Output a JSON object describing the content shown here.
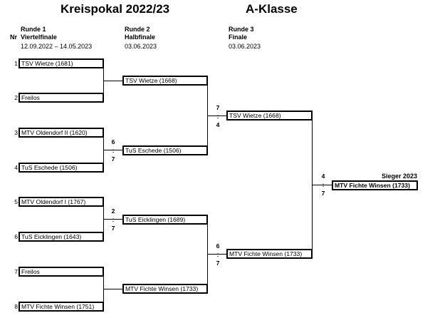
{
  "header": {
    "title": "Kreispokal 2022/23",
    "class": "A-Klasse",
    "nr_label": "Nr",
    "rounds": [
      {
        "name": "Runde 1",
        "stage": "Viertelfinale",
        "date": "12.09.2022 – 14.05.2023"
      },
      {
        "name": "Runde 2",
        "stage": "Halbfinale",
        "date": "03.06.2023"
      },
      {
        "name": "Runde 3",
        "stage": "Finale",
        "date": "03.06.2023"
      }
    ],
    "winner_label": "Sieger 2023"
  },
  "round1": [
    {
      "nr": "1",
      "team": "TSV Wietze (1681)"
    },
    {
      "nr": "2",
      "team": "Freilos"
    },
    {
      "nr": "3",
      "team": "MTV Oldendorf II (1620)"
    },
    {
      "nr": "4",
      "team": "TuS Eschede (1506)"
    },
    {
      "nr": "5",
      "team": "MTV Oldendorf I (1767)"
    },
    {
      "nr": "6",
      "team": "TuS Eicklingen (1643)"
    },
    {
      "nr": "7",
      "team": "Freilos"
    },
    {
      "nr": "8",
      "team": "MTV Fichte Winsen (1751)"
    }
  ],
  "round2": [
    {
      "team": "TSV Wietze (1668)"
    },
    {
      "team": "TuS Eschede (1506)",
      "score_top": "6",
      "sep": ":",
      "score_bottom": "7"
    },
    {
      "team": "TuS Eicklingen (1689)",
      "score_top": "2",
      "sep": ":",
      "score_bottom": "7"
    },
    {
      "team": "MTV Fichte Winsen (1733)"
    }
  ],
  "round3": [
    {
      "team": "TSV Wietze (1668)",
      "score_top": "7",
      "sep": ":",
      "score_bottom": "4"
    },
    {
      "team": "MTV Fichte Winsen (1733)",
      "score_top": "6",
      "sep": ":",
      "score_bottom": "7"
    }
  ],
  "final": {
    "team": "MTV Fichte Winsen (1733)",
    "score_top": "4",
    "sep": ":",
    "score_bottom": "7"
  }
}
